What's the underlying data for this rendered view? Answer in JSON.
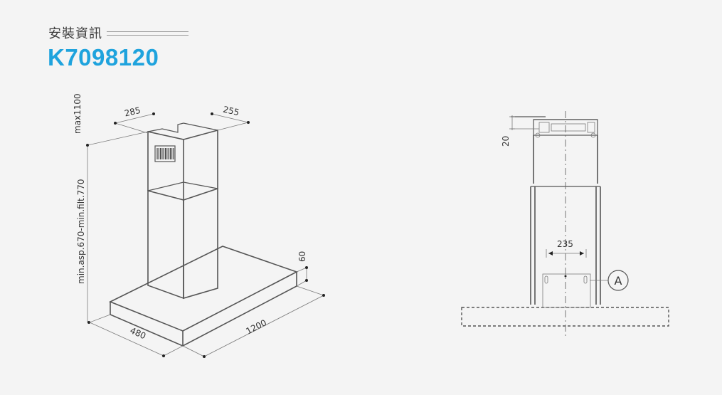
{
  "header": {
    "section_label": "安裝資訊",
    "model_code": "K7098120"
  },
  "colors": {
    "accent": "#1fa3dd",
    "line": "#555555",
    "background": "#f4f4f4"
  },
  "perspective_view": {
    "dimensions": {
      "height_max": "max1100",
      "height_min": "min.asp.670-min.filt.770",
      "chimney_width": "285",
      "chimney_depth": "255",
      "canopy_thickness": "60",
      "canopy_width": "1200",
      "canopy_depth": "480"
    }
  },
  "front_view": {
    "dimensions": {
      "top_offset": "20",
      "bracket_spacing": "235"
    },
    "callout_label": "A"
  }
}
